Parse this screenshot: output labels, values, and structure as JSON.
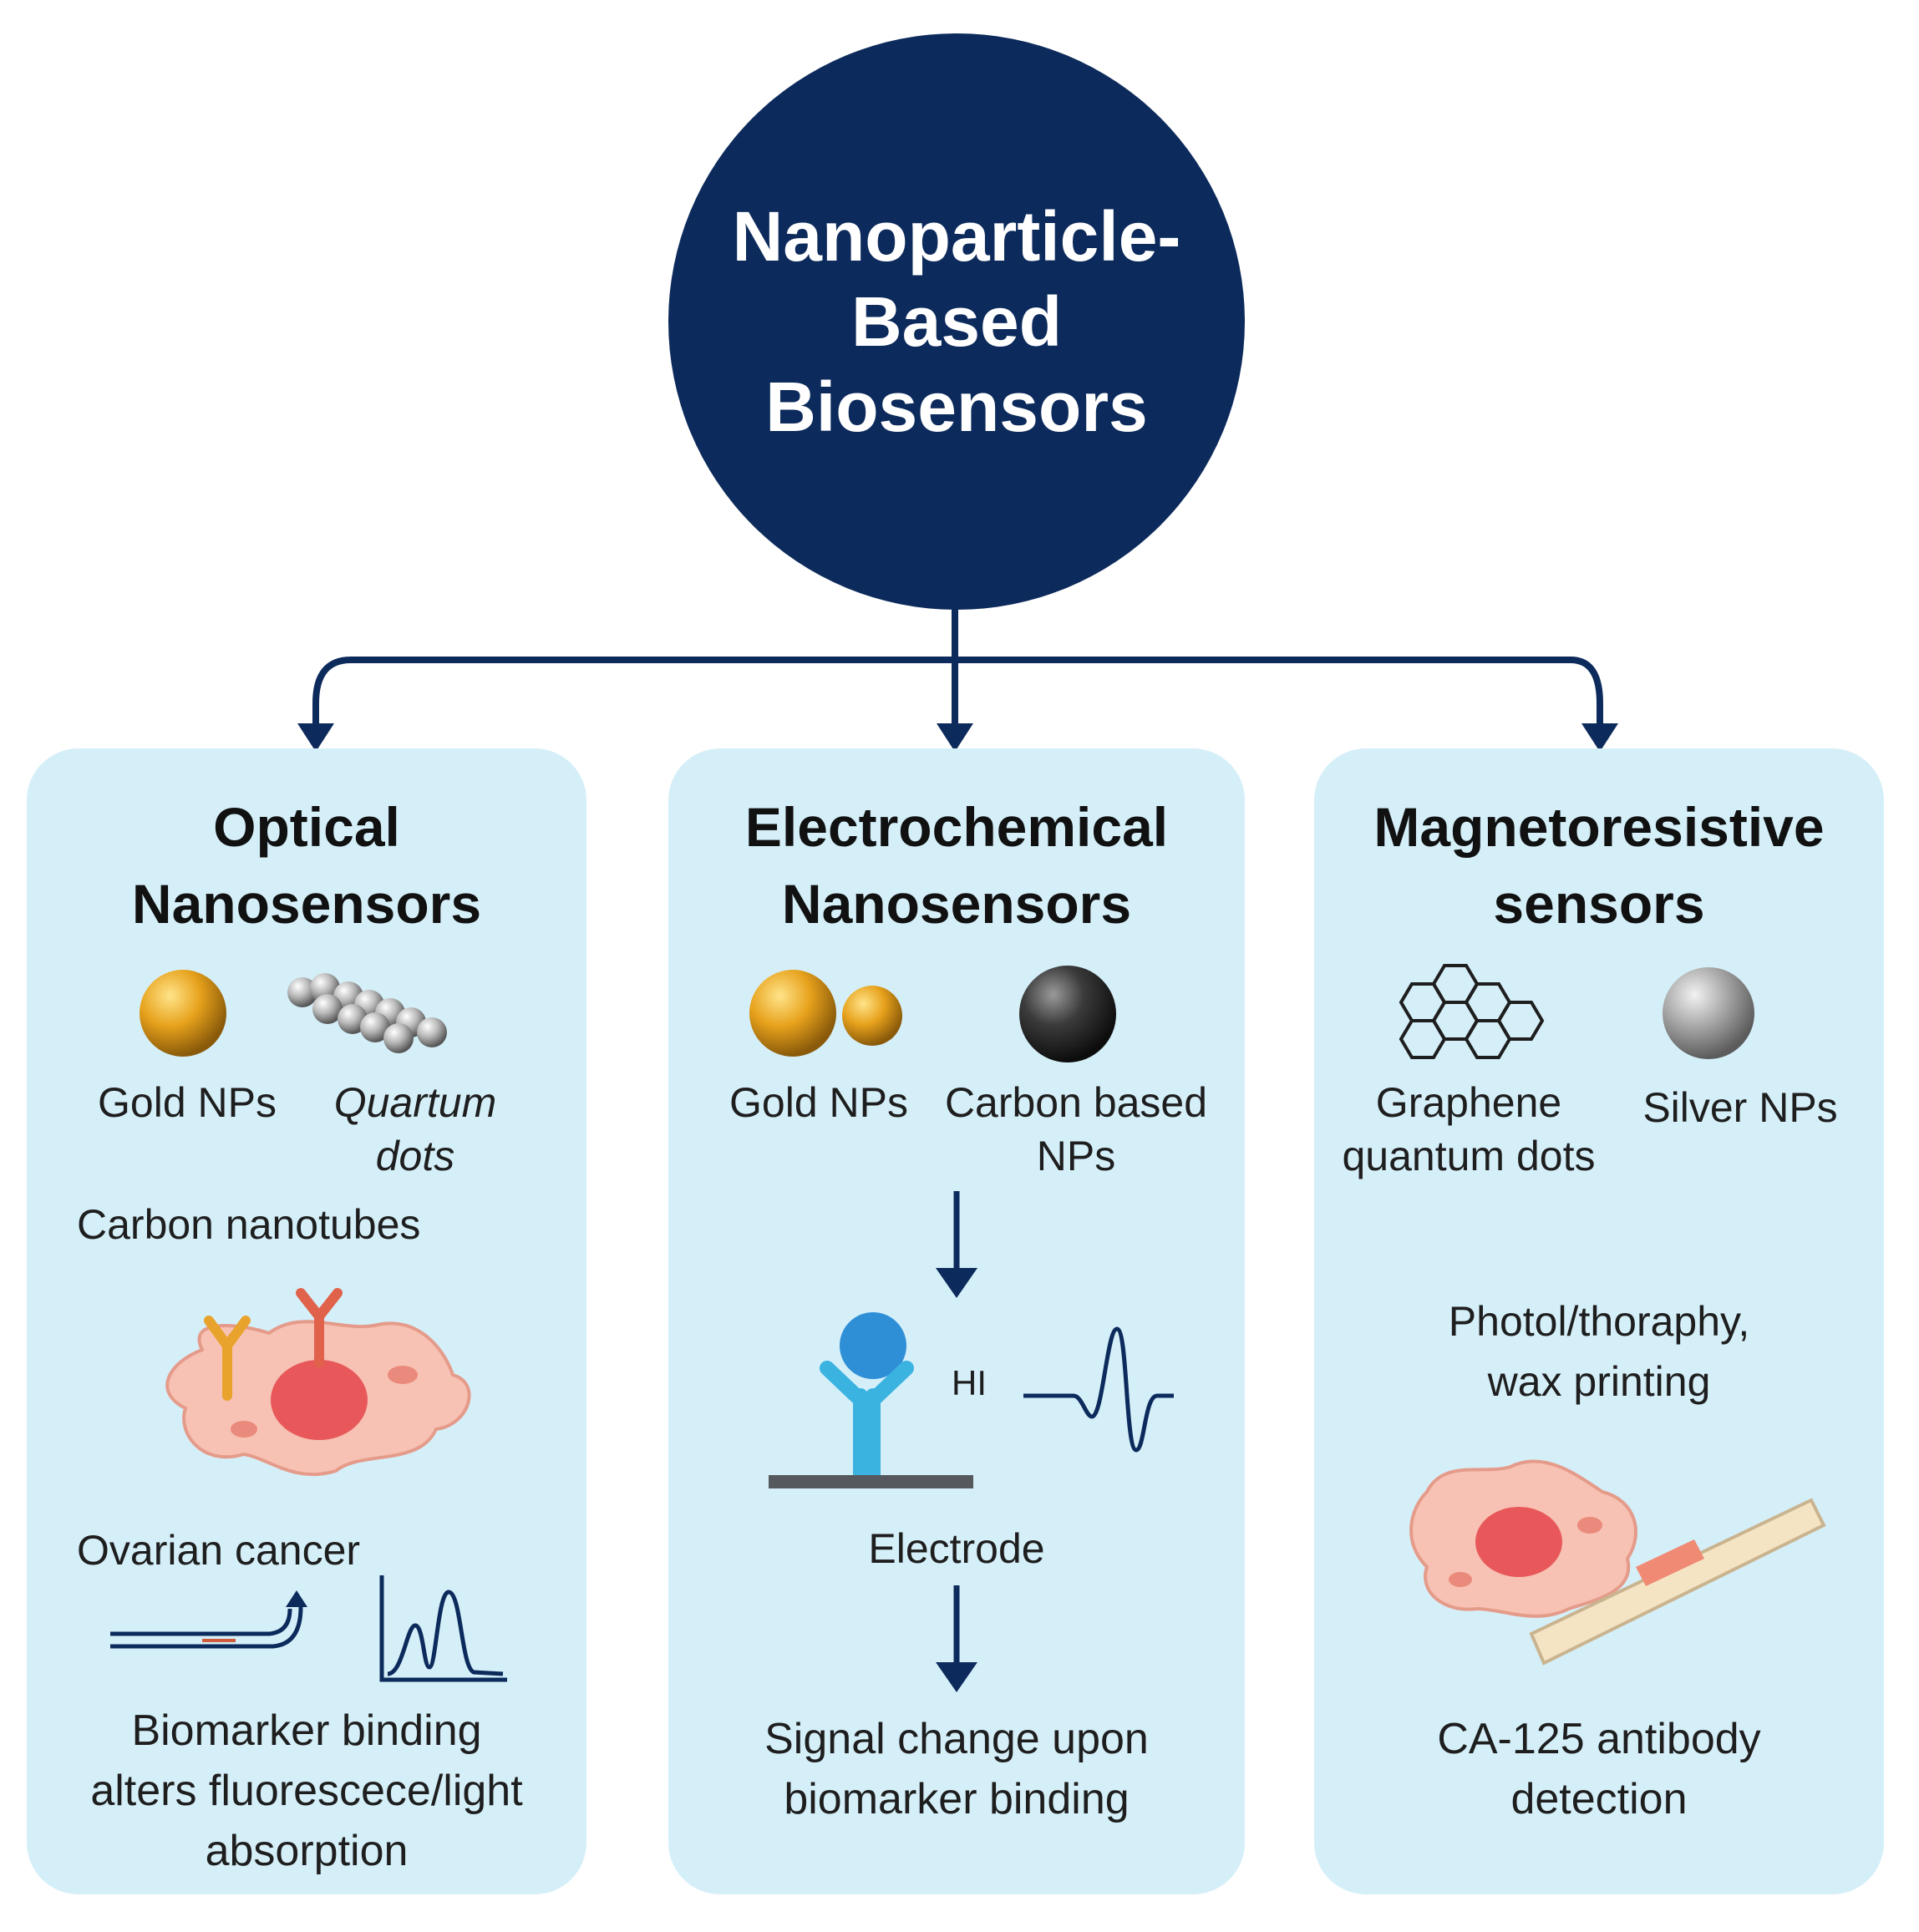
{
  "root": {
    "title_lines": [
      "Nanoparticle-",
      "Based",
      "Biosensors"
    ]
  },
  "colors": {
    "navy": "#0c2a5b",
    "panel_bg": "#d5eff9",
    "gold": "#e7a21c",
    "cell": "#f2a99c",
    "antibody_blue": "#2f9ad6"
  },
  "panels": [
    {
      "title_lines": [
        "Optical",
        "Nanosensors"
      ],
      "items": [
        "Gold NPs",
        "Quartum dots"
      ],
      "extra": "Carbon nanotubes",
      "cell_label": "Ovarian cancer",
      "footer_lines": [
        "Biomarker binding",
        "alters fluorescece/light",
        "absorption"
      ]
    },
    {
      "title_lines": [
        "Electrochemical",
        "Nanosensors"
      ],
      "items": [
        "Gold NPs",
        "Carbon based NPs"
      ],
      "antibody_text": "HI",
      "electrode_label": "Electrode",
      "footer_lines": [
        "Signal change upon",
        "biomarker binding"
      ]
    },
    {
      "title_lines": [
        "Magnetoresistive",
        "sensors"
      ],
      "items": [
        "Graphene quantum dots",
        "Silver NPs"
      ],
      "method_lines": [
        "Photol/thoraphy,",
        "wax printing"
      ],
      "footer_lines": [
        "CA-125 antibody",
        "detection"
      ]
    }
  ],
  "icons": [
    "gold-sphere-icon",
    "quantum-dots-icon",
    "carbon-sphere-icon",
    "graphene-hexagon-icon",
    "silver-sphere-icon",
    "antibody-icon",
    "cell-icon",
    "signal-wave-icon",
    "spectrum-icon",
    "curve-arrow-icon",
    "test-strip-icon",
    "down-arrow-icon"
  ]
}
